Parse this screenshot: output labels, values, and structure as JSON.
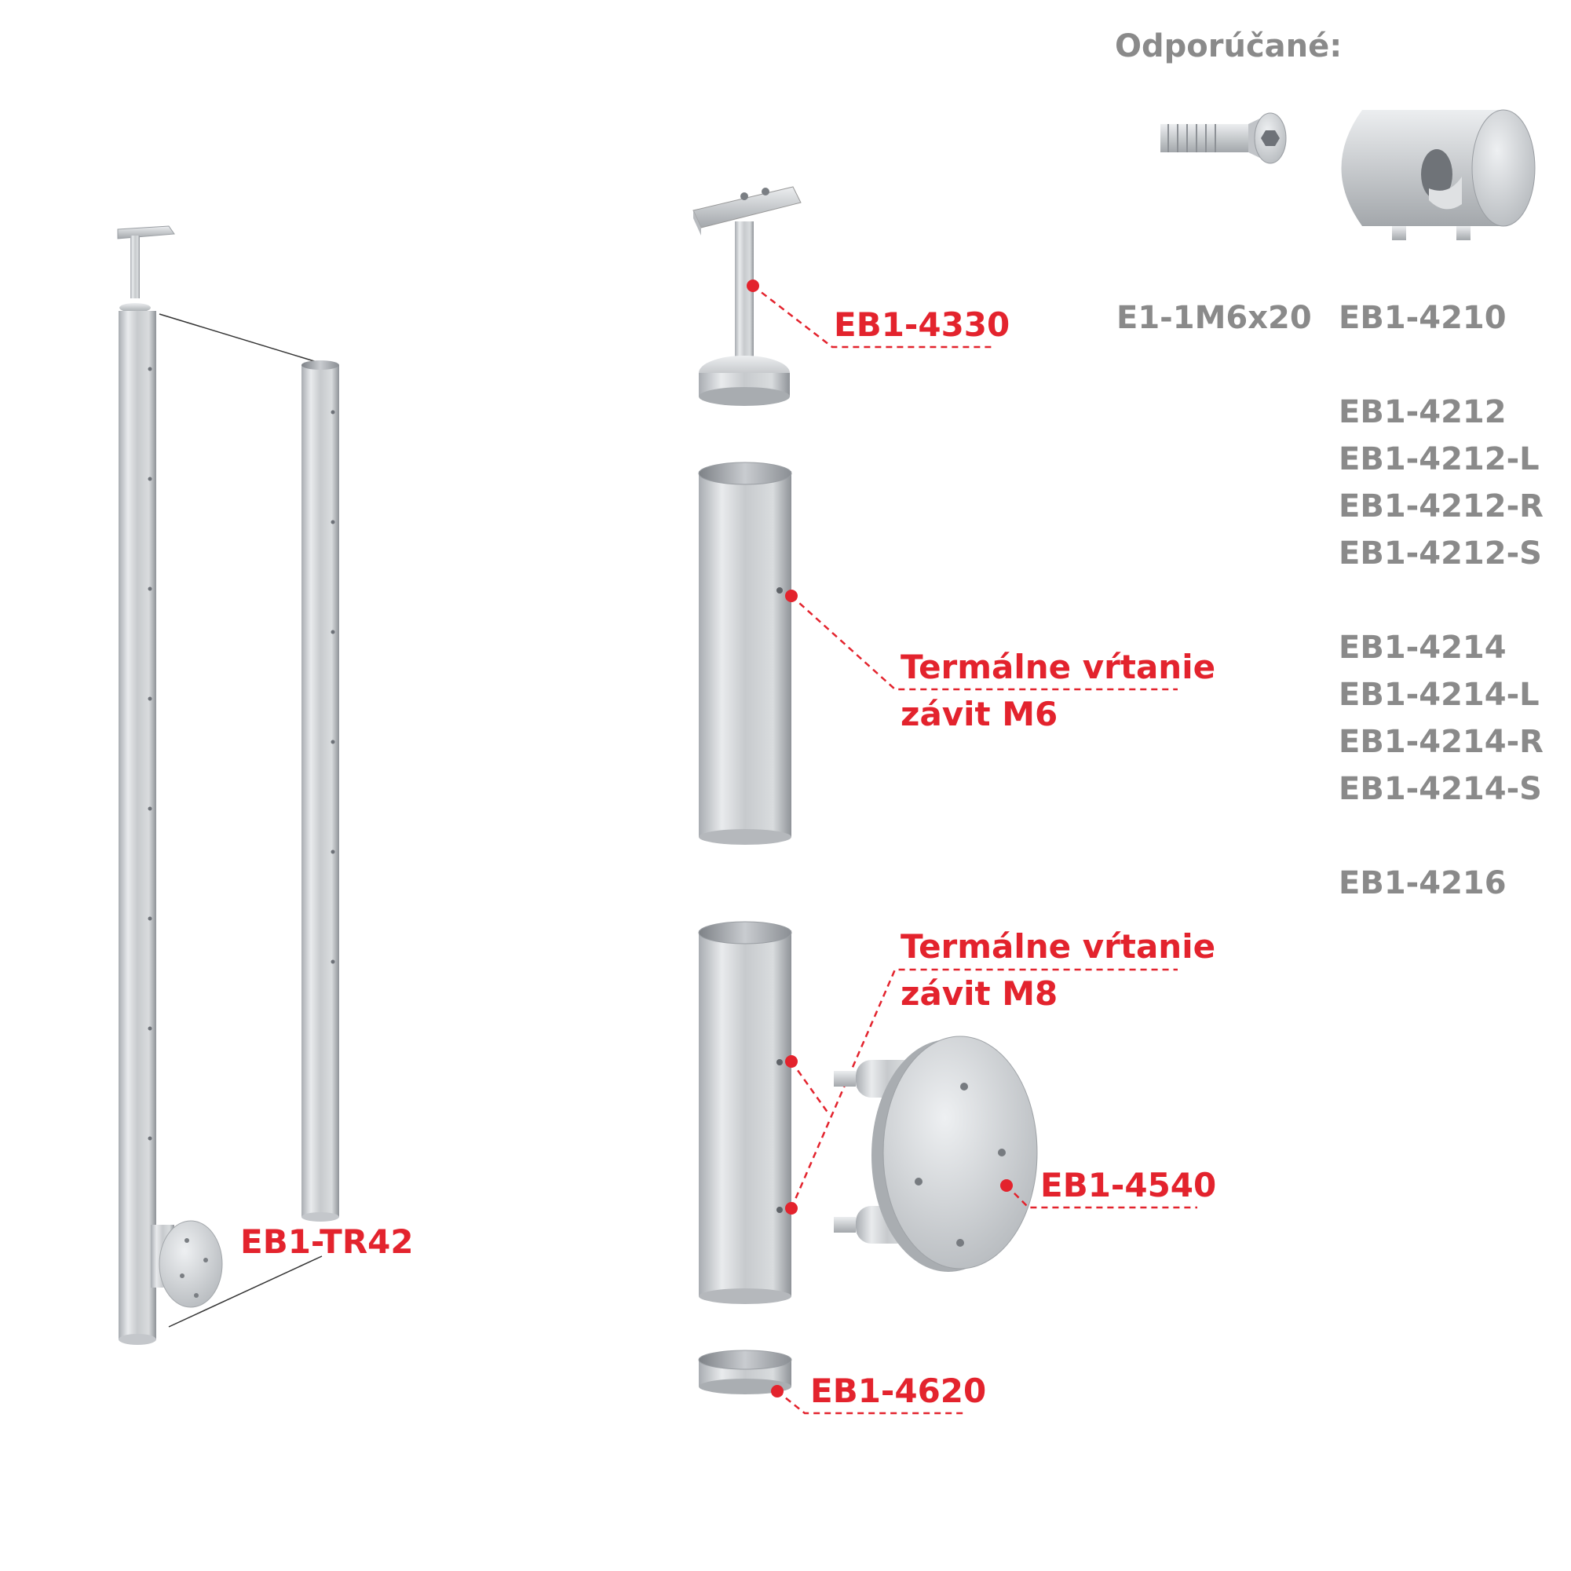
{
  "recommended": {
    "heading": "Odporúčané:",
    "screw_code": "E1-1M6x20",
    "holder_codes": [
      "EB1-4210",
      "EB1-4212",
      "EB1-4212-L",
      "EB1-4212-R",
      "EB1-4212-S",
      "EB1-4214",
      "EB1-4214-L",
      "EB1-4214-R",
      "EB1-4214-S",
      "EB1-4216"
    ]
  },
  "parts": {
    "post_assembly": "EB1-TR42",
    "handrail_holder": "EB1-4330",
    "base_flange": "EB1-4540",
    "end_cap": "EB1-4620"
  },
  "drilling": {
    "upper_line1": "Termálne vŕtanie",
    "upper_line2": "závit M6",
    "lower_line1": "Termálne vŕtanie",
    "lower_line2": "závit M8"
  },
  "colors": {
    "label_red": "#e3232d",
    "label_grey": "#8a8a8a",
    "steel_light": "#e6e8ea",
    "steel_dark": "#9a9ea3"
  }
}
